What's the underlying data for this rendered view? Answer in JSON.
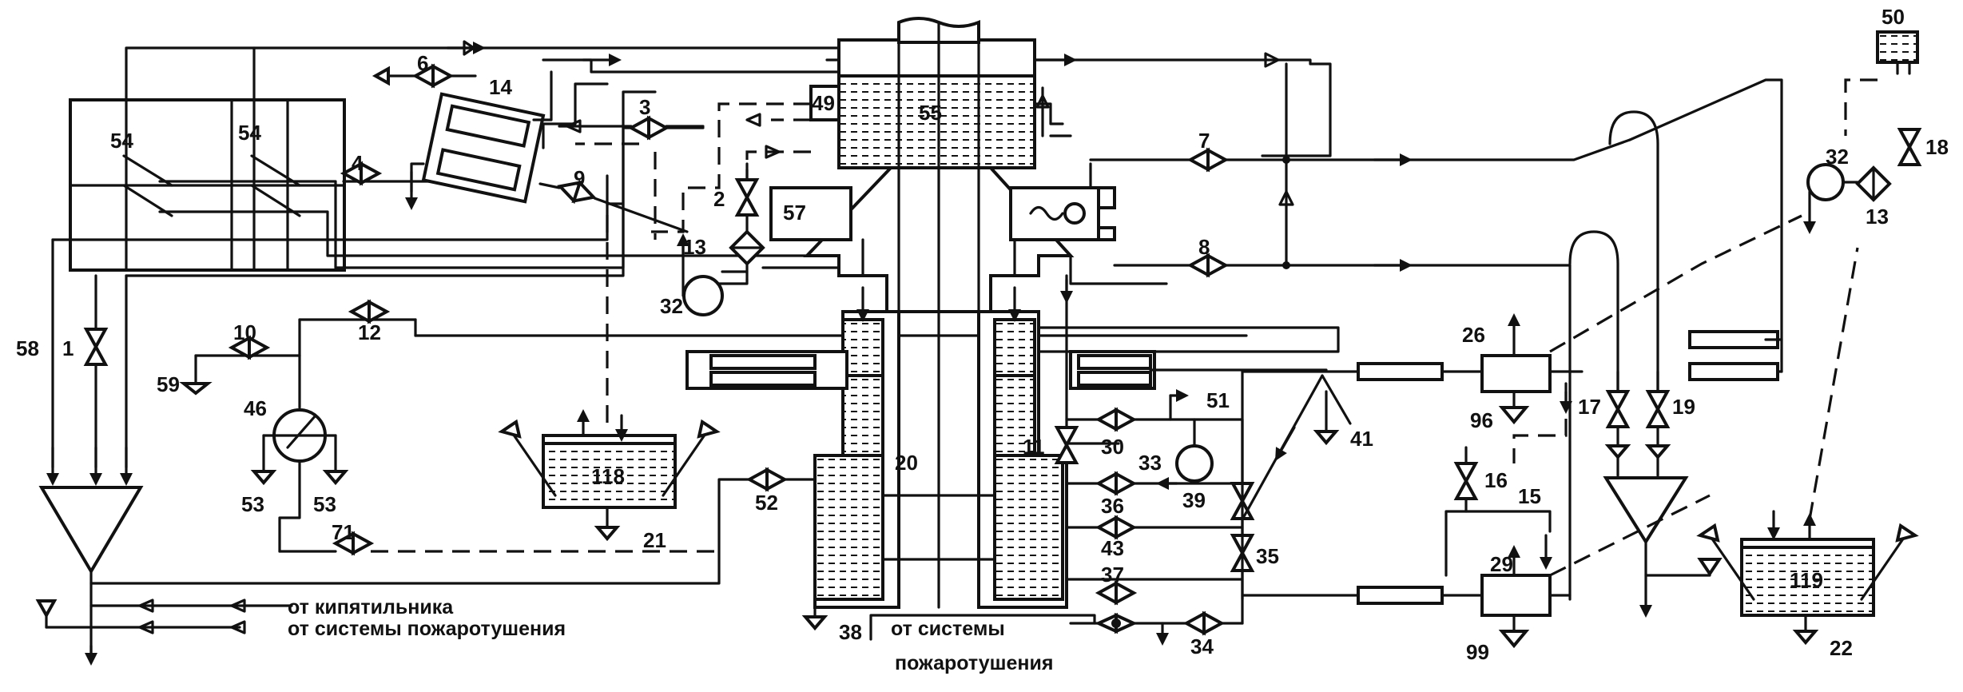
{
  "labels": {
    "l1": "1",
    "l2": "2",
    "l3": "3",
    "l4": "4",
    "l6": "6",
    "l7": "7",
    "l8": "8",
    "l9": "9",
    "l10": "10",
    "l11": "11",
    "l12": "12",
    "l13a": "13",
    "l13b": "13",
    "l14": "14",
    "l15": "15",
    "l16": "16",
    "l17": "17",
    "l18": "18",
    "l19": "19",
    "l20": "20",
    "l21": "21",
    "l22": "22",
    "l26": "26",
    "l29": "29",
    "l30": "30",
    "l32a": "32",
    "l32b": "32",
    "l33": "33",
    "l34": "34",
    "l35": "35",
    "l36": "36",
    "l37": "37",
    "l38": "38",
    "l39": "39",
    "l41": "41",
    "l43": "43",
    "l46": "46",
    "l49": "49",
    "l50": "50",
    "l51": "51",
    "l52": "52",
    "l53a": "53",
    "l53b": "53",
    "l54a": "54",
    "l54b": "54",
    "l55": "55",
    "l57": "57",
    "l58": "58",
    "l59": "59",
    "l71": "71",
    "l96": "96",
    "l99": "99",
    "l118": "118",
    "l119": "119"
  },
  "notes": {
    "from_boiler": "от кипятильника",
    "from_fire_left": "от системы пожаротушения",
    "from_fire_bottom_1": "от системы",
    "from_fire_bottom_2": "пожаротушения"
  }
}
